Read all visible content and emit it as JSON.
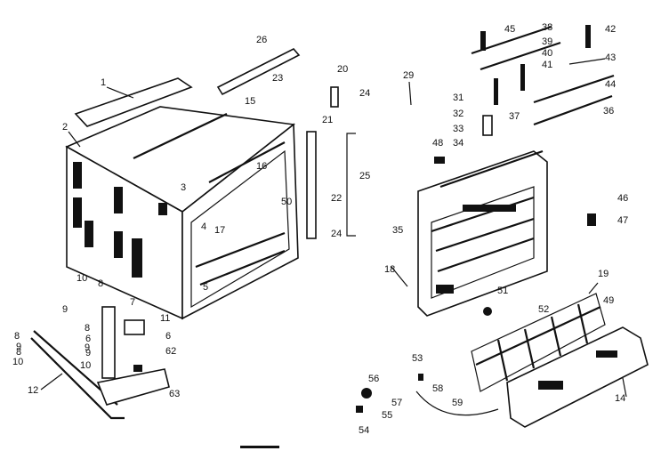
{
  "diagram": {
    "labels": {
      "l1": "1",
      "l2": "2",
      "l3": "3",
      "l4": "4",
      "l5": "5",
      "l6": "6",
      "l7": "7",
      "l8": "8",
      "l9": "9",
      "l10": "10",
      "l11": "11",
      "l12": "12",
      "l14": "14",
      "l15": "15",
      "l16": "16",
      "l17": "17",
      "l18": "18",
      "l19": "19",
      "l20": "20",
      "l21": "21",
      "l22": "22",
      "l23": "23",
      "l24": "24",
      "l25": "25",
      "l26": "26",
      "l29": "29",
      "l31": "31",
      "l32": "32",
      "l33": "33",
      "l34": "34",
      "l35": "35",
      "l36": "36",
      "l37": "37",
      "l38": "38",
      "l39": "39",
      "l40": "40",
      "l41": "41",
      "l42": "42",
      "l43": "43",
      "l44": "44",
      "l45": "45",
      "l46": "46",
      "l47": "47",
      "l48": "48",
      "l49": "49",
      "l50": "50",
      "l51": "51",
      "l52": "52",
      "l53": "53",
      "l54": "54",
      "l55": "55",
      "l56": "56",
      "l57": "57",
      "l58": "58",
      "l59": "59",
      "l62": "62",
      "l63": "63",
      "l8b": "8",
      "l9b": "9",
      "l10b": "10",
      "l6b": "6",
      "l9c": "9",
      "l10c": "10",
      "l8c": "8",
      "l8d": "8",
      "l9d": "9",
      "l24b": "24"
    }
  }
}
